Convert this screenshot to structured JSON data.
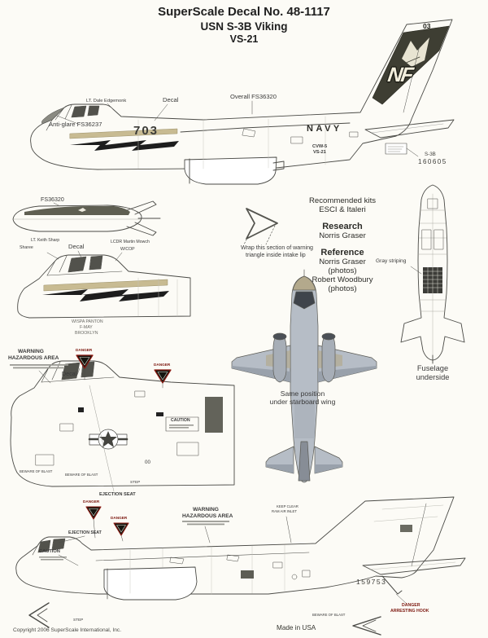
{
  "header": {
    "title": "SuperScale Decal No. 48-1117",
    "subtitle": "USN S-3B Viking",
    "squadron": "VS-21"
  },
  "side_profile": {
    "fin_number": "03",
    "tail_code": "NF",
    "crew_name": "LT. Dale Edgemonk",
    "decal_label": "Decal",
    "overall_label": "Overall FS36320",
    "antiglare_label": "Anti-glare FS36237",
    "modex": "703",
    "navy_titles": "NAVY",
    "airwing": "CVW-5",
    "squadron": "VS-21",
    "type_label": "S-3B",
    "bureau_number": "160605"
  },
  "fuel_tank": {
    "color_label": "FS36320"
  },
  "nose_detail": {
    "crew_name_1": "LT. Keith Sharp",
    "crew_name_2": "Sharee",
    "decal_label": "Decal",
    "crew_name_3": "LCDR Martin Mowch",
    "crew_name_4": "W/COP",
    "note_1": "WISPA PANTON",
    "note_2": "F-MAY",
    "note_3": "BROOKLYN"
  },
  "intake_note": {
    "line1": "Wrap this section of warning",
    "line2": "triangle inside intake lip"
  },
  "credits": {
    "kits_heading": "Recommended kits",
    "kits_names": "ESCI & Italeri",
    "research_heading": "Research",
    "research_name": "Norris Graser",
    "reference_heading": "Reference",
    "reference_name_1": "Norris Graser",
    "reference_note_1": "(photos)",
    "reference_name_2": "Robert Woodbury",
    "reference_note_2": "(photos)"
  },
  "underside": {
    "striping_label": "Gray striping",
    "caption_line1": "Fuselage",
    "caption_line2": "underside"
  },
  "top_view": {
    "note_line1": "Same position",
    "note_line2": "under starboard wing"
  },
  "warning_labels": {
    "danger": "DANGER",
    "warning": "WARNING",
    "hazardous_area": "HAZARDOUS AREA",
    "caution": "CAUTION",
    "ejection_seat": "EJECTION SEAT",
    "beware_of_blast": "BEWARE OF BLAST",
    "step": "STEP",
    "keep_clear": "KEEP CLEAR",
    "ram_air_inlet": "RAM AIR INLET",
    "arresting_hook": "ARRESTING HOOK",
    "double_zero": "00"
  },
  "bottom_profile": {
    "bureau_number": "159753"
  },
  "footer": {
    "copyright": "Copyright 2006 SuperScale International, Inc.",
    "made_in": "Made in USA"
  }
}
